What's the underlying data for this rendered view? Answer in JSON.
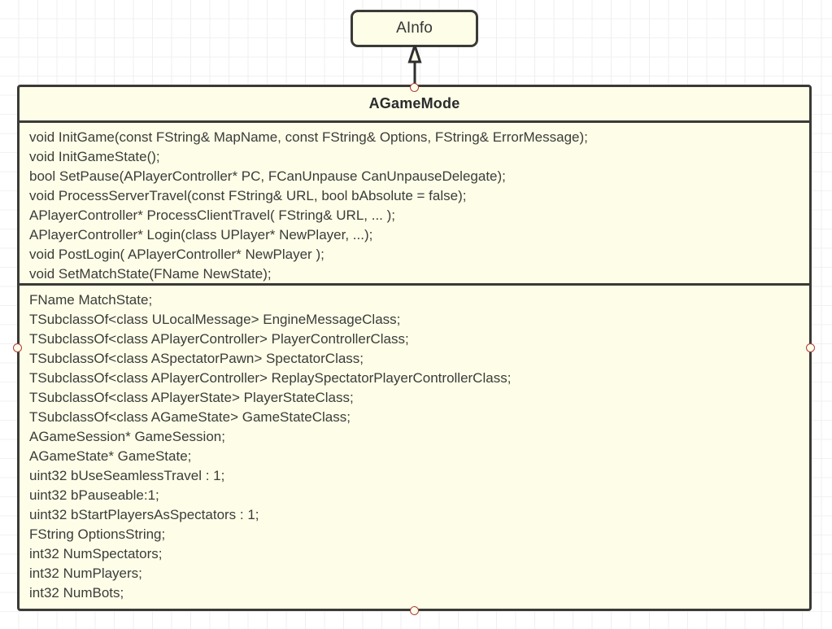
{
  "diagram": {
    "type": "uml-class-diagram",
    "background": "grid",
    "colors": {
      "box_fill": "#fdfde8",
      "box_border": "#3b3a36",
      "text": "#3c3c3a",
      "connection_point": "#b03a3a",
      "grid_line": "#ededed"
    }
  },
  "parent_class": {
    "name": "AInfo"
  },
  "relationship": {
    "kind": "generalization",
    "from": "AGameMode",
    "to": "AInfo",
    "arrow": "hollow-triangle"
  },
  "class": {
    "name": "AGameMode",
    "methods": [
      "void InitGame(const FString& MapName, const FString& Options, FString& ErrorMessage);",
      "void InitGameState();",
      "bool SetPause(APlayerController* PC, FCanUnpause CanUnpauseDelegate);",
      "void ProcessServerTravel(const FString& URL, bool bAbsolute = false);",
      "APlayerController* ProcessClientTravel( FString& URL, ... );",
      "APlayerController* Login(class UPlayer* NewPlayer, ...);",
      "void PostLogin( APlayerController* NewPlayer );",
      "void SetMatchState(FName NewState);"
    ],
    "attributes": [
      "FName MatchState;",
      "TSubclassOf<class ULocalMessage> EngineMessageClass;",
      "TSubclassOf<class APlayerController> PlayerControllerClass;",
      "TSubclassOf<class ASpectatorPawn> SpectatorClass;",
      "TSubclassOf<class APlayerController> ReplaySpectatorPlayerControllerClass;",
      "TSubclassOf<class APlayerState> PlayerStateClass;",
      "TSubclassOf<class AGameState> GameStateClass;",
      "AGameSession* GameSession;",
      "AGameState* GameState;",
      "uint32 bUseSeamlessTravel : 1;",
      "uint32 bPauseable:1;",
      "uint32 bStartPlayersAsSpectators : 1;",
      "FString OptionsString;",
      "int32 NumSpectators;",
      "int32 NumPlayers;",
      "int32 NumBots;"
    ]
  },
  "connection_points": [
    {
      "name": "top",
      "position": "top-center"
    },
    {
      "name": "left",
      "position": "left-middle"
    },
    {
      "name": "right",
      "position": "right-middle"
    },
    {
      "name": "bottom",
      "position": "bottom-center"
    }
  ]
}
